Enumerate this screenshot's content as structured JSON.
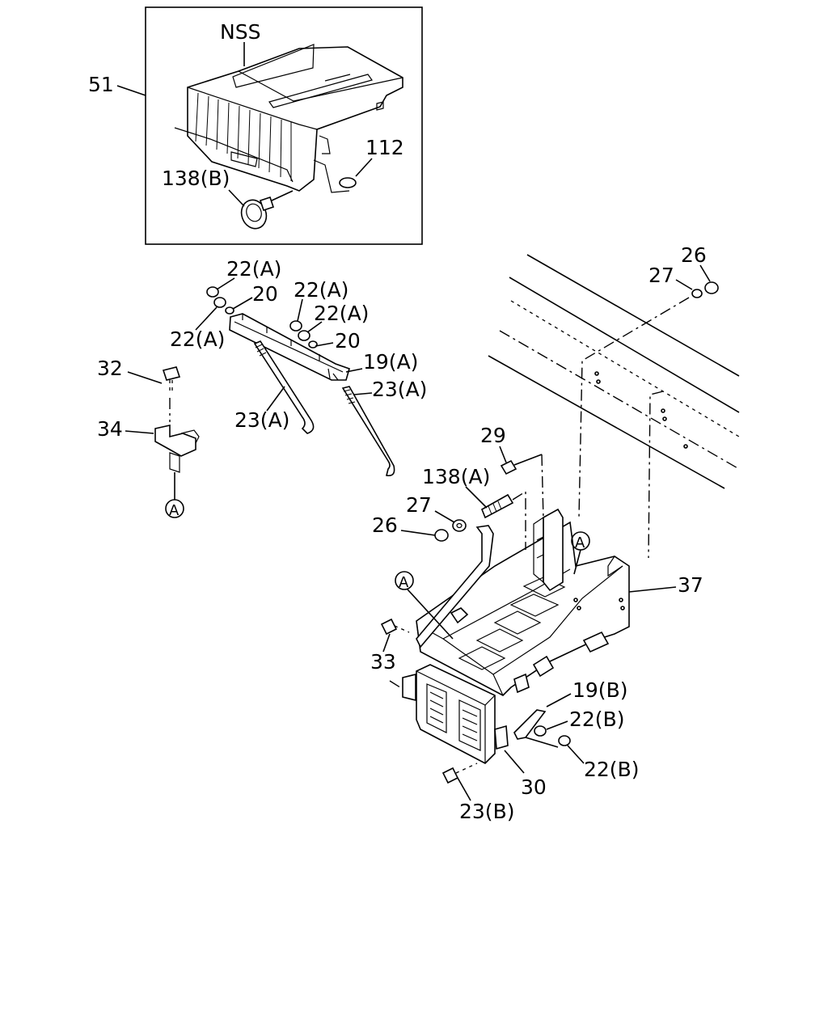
{
  "labels": {
    "nss": "NSS",
    "p51": "51",
    "p112": "112",
    "p138b": "138(B)",
    "p22a_1": "22(A)",
    "p20_1": "20",
    "p22a_2": "22(A)",
    "p22a_3": "22(A)",
    "p22a_4": "22(A)",
    "p20_2": "20",
    "p19a": "19(A)",
    "p32": "32",
    "p23a_1": "23(A)",
    "p23a_2": "23(A)",
    "p34": "34",
    "ref_a_1": "A",
    "p26_top": "26",
    "p27_top": "27",
    "p29": "29",
    "p138a": "138(A)",
    "p27": "27",
    "p26": "26",
    "ref_a_2": "A",
    "ref_a_3": "A",
    "p37": "37",
    "p33": "33",
    "p19b": "19(B)",
    "p22b_1": "22(B)",
    "p22b_2": "22(B)",
    "p30": "30",
    "p23b": "23(B)"
  }
}
